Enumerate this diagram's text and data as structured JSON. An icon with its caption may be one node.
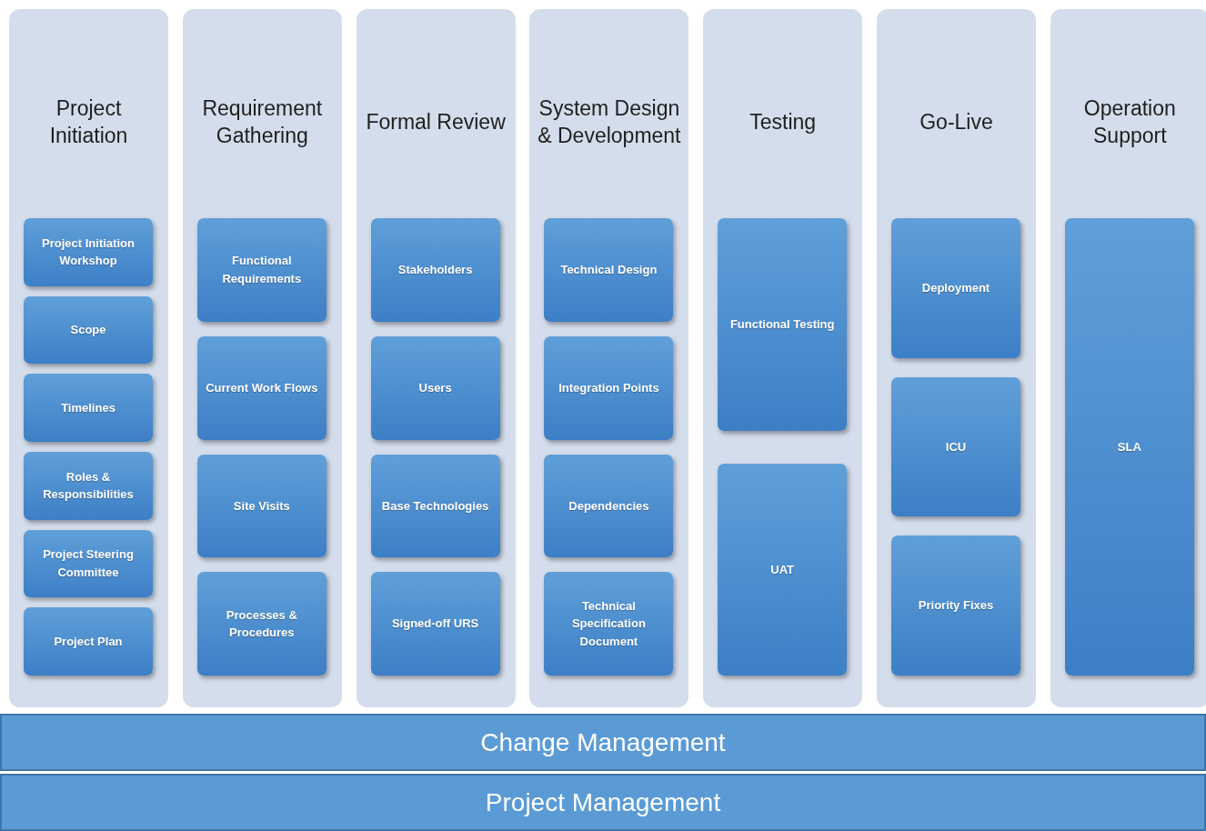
{
  "diagram": {
    "nodes": [
      {
        "text": [
          "Project Initiation"
        ]
      },
      {
        "text": [
          "Project Initiation Workshop"
        ],
        "in": 0
      },
      {
        "text": [
          "Scope"
        ],
        "in": 0
      },
      {
        "text": [
          "Timelines"
        ],
        "in": 0
      },
      {
        "text": [
          "Roles & Responsibilities"
        ],
        "in": 0
      },
      {
        "text": [
          "Project Steering Committee"
        ],
        "in": 0
      },
      {
        "text": [
          "Project Plan"
        ],
        "in": 0
      },
      {
        "text": [
          "Requirement Gathering"
        ]
      },
      {
        "text": [
          "Functional Requirements"
        ],
        "in": 7
      },
      {
        "text": [
          "Current Work Flows"
        ],
        "in": 7
      },
      {
        "text": [
          "Site Visits"
        ],
        "in": 7
      },
      {
        "text": [
          "Processes & Procedures"
        ],
        "in": 7
      },
      {
        "text": [
          "Formal Review"
        ]
      },
      {
        "text": [
          "Stakeholders"
        ],
        "in": 12
      },
      {
        "text": [
          "Users"
        ],
        "in": 12
      },
      {
        "text": [
          "Base Technologies"
        ],
        "in": 12
      },
      {
        "text": [
          "Signed-off URS"
        ],
        "in": 12
      },
      {
        "text": [
          "System Design & Development"
        ]
      },
      {
        "text": [
          "Technical Design"
        ],
        "in": 17
      },
      {
        "text": [
          "Integration Points"
        ],
        "in": 17
      },
      {
        "text": [
          "Dependencies"
        ],
        "in": 17
      },
      {
        "text": [
          "Technical Specification Document"
        ],
        "in": 17
      },
      {
        "text": [
          "Testing"
        ]
      },
      {
        "text": [
          "Functional Testing"
        ],
        "in": 22
      },
      {
        "text": [
          "UAT"
        ],
        "in": 22
      },
      {
        "text": [
          "Go-Live"
        ]
      },
      {
        "text": [
          "Deployment"
        ],
        "in": 25
      },
      {
        "text": [
          "ICU"
        ],
        "in": 25
      },
      {
        "text": [
          "Priority Fixes"
        ],
        "in": 25
      },
      {
        "text": [
          "Operation Support"
        ]
      },
      {
        "text": [
          "SLA"
        ],
        "in": 29
      },
      {
        "text": [
          "Change Management"
        ]
      },
      {
        "text": [
          "Project Management"
        ]
      }
    ],
    "edges": []
  }
}
